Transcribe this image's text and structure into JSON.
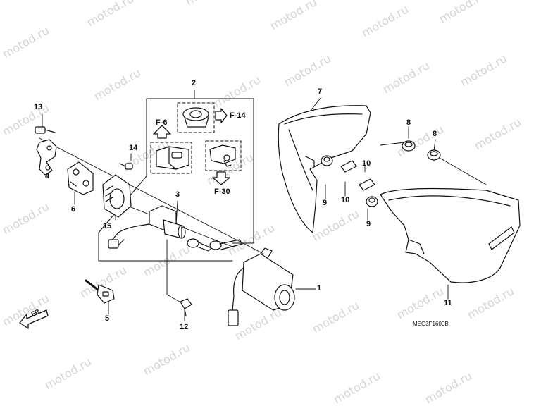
{
  "watermark": "motod.ru",
  "diagram_code": "MEG3F1600B",
  "direction_label": "FR.",
  "callouts": {
    "c1": "1",
    "c2": "2",
    "c3": "3",
    "c4": "4",
    "c5": "5",
    "c6": "6",
    "c7": "7",
    "c8a": "8",
    "c8b": "8",
    "c9a": "9",
    "c9b": "9",
    "c10a": "10",
    "c10b": "10",
    "c11": "11",
    "c12": "12",
    "c13": "13",
    "c14": "14",
    "c15": "15"
  },
  "references": {
    "f6": "F-6",
    "f14": "F-14",
    "f30": "F-30"
  }
}
